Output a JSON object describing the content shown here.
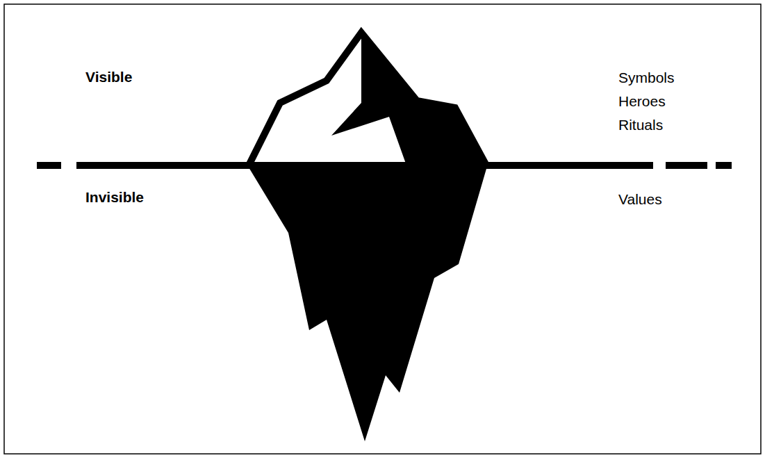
{
  "diagram": {
    "labels": [
      "Visible",
      "Invisible",
      "Symbols",
      "Heroes",
      "Rituals",
      "Values"
    ]
  }
}
